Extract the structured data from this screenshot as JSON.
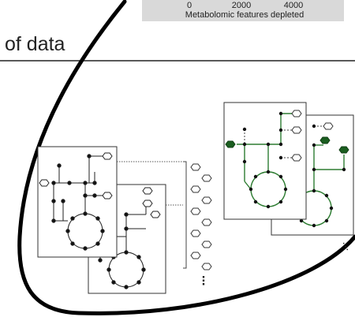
{
  "axis_strip": {
    "tick_labels": [
      "0",
      "2000",
      "4000"
    ],
    "label": "Metabolomic features depleted"
  },
  "heading_fragment": "of data",
  "ellipsis": "⋮",
  "colors": {
    "background": "#ffffff",
    "axis_strip": "#d9d9d9",
    "node_dark": "#1a1a1a",
    "pathway_green": "#2e7d32",
    "metabolite_green": "#1b5e20",
    "outline": "#000000"
  }
}
